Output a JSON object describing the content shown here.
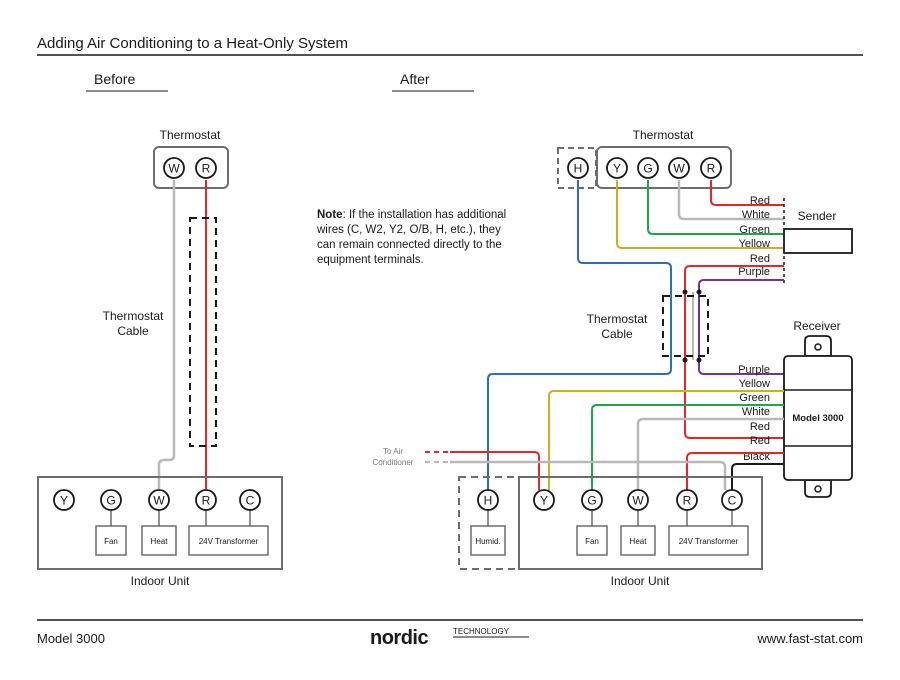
{
  "header": {
    "title": "Adding Air Conditioning to a Heat-Only System"
  },
  "sections": {
    "before": "Before",
    "after": "After"
  },
  "before": {
    "thermostat_label": "Thermostat",
    "thermostat_terminals": [
      "W",
      "R"
    ],
    "cable_label_1": "Thermostat",
    "cable_label_2": "Cable",
    "unit_terminals": [
      "Y",
      "G",
      "W",
      "R",
      "C"
    ],
    "boxes": [
      "Fan",
      "Heat",
      "24V Transformer"
    ],
    "unit_label": "Indoor Unit"
  },
  "after": {
    "thermostat_label": "Thermostat",
    "thermostat_terminals": [
      "H",
      "Y",
      "G",
      "W",
      "R"
    ],
    "note_bold": "Note",
    "note_lines": [
      ": If the installation has additional",
      "wires (C, W2, Y2, O/B, H, etc.), they",
      "can remain connected directly to the",
      "equipment terminals."
    ],
    "sender_label": "Sender",
    "sender_wires": [
      "Red",
      "White",
      "Green",
      "Yellow",
      "Red",
      "Purple"
    ],
    "cable_label_1": "Thermostat",
    "cable_label_2": "Cable",
    "receiver_label": "Receiver",
    "receiver_model": "Model 3000",
    "receiver_wires": [
      "Purple",
      "Yellow",
      "Green",
      "White",
      "Red",
      "Red",
      "Black"
    ],
    "to_ac_1": "To Air",
    "to_ac_2": "Conditioner",
    "unit_terminals": [
      "H",
      "Y",
      "G",
      "W",
      "R",
      "C"
    ],
    "boxes": [
      "Humid.",
      "Fan",
      "Heat",
      "24V Transformer"
    ],
    "unit_label": "Indoor Unit"
  },
  "colors": {
    "red": "#e8262a",
    "white_wire": "#b8b8b8",
    "green": "#1aa84a",
    "yellow": "#c9b21d",
    "purple": "#7b2f8e",
    "blue": "#2a6fb8",
    "black": "#1a1a1a"
  },
  "footer": {
    "model": "Model 3000",
    "brand": "nordic",
    "brand_sub": "TECHNOLOGY",
    "url": "www.fast-stat.com"
  }
}
